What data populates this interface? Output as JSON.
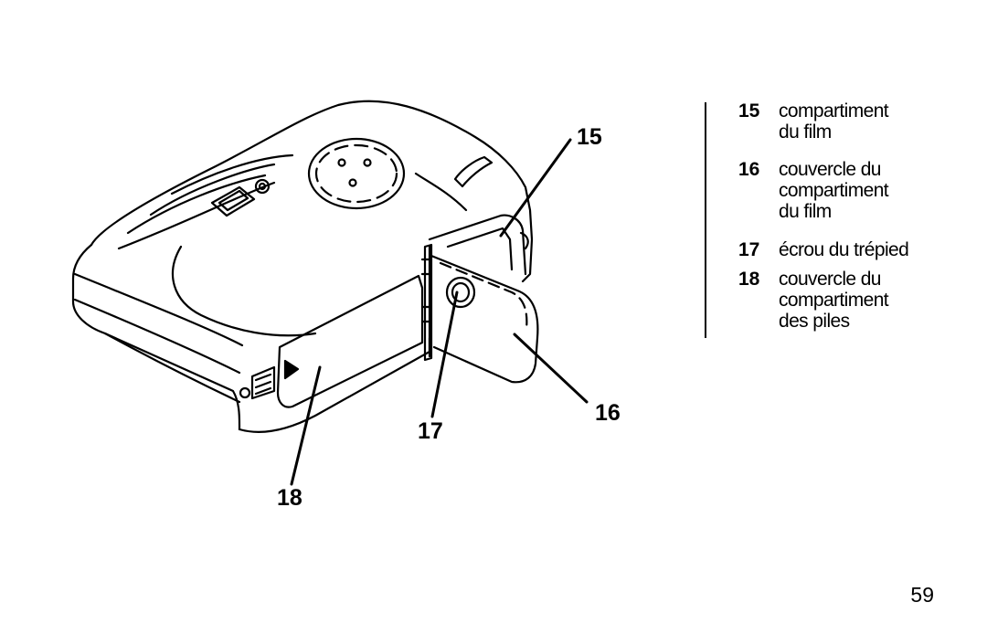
{
  "callouts": {
    "c15": "15",
    "c16": "16",
    "c17": "17",
    "c18": "18"
  },
  "legend": [
    {
      "number": "15",
      "text": "compartiment\ndu film"
    },
    {
      "number": "16",
      "text": "couvercle du\ncompartiment\ndu film"
    },
    {
      "number": "17",
      "text": "écrou du trépied"
    },
    {
      "number": "18",
      "text": "couvercle du\ncompartiment\ndes piles"
    }
  ],
  "page_number": "59"
}
